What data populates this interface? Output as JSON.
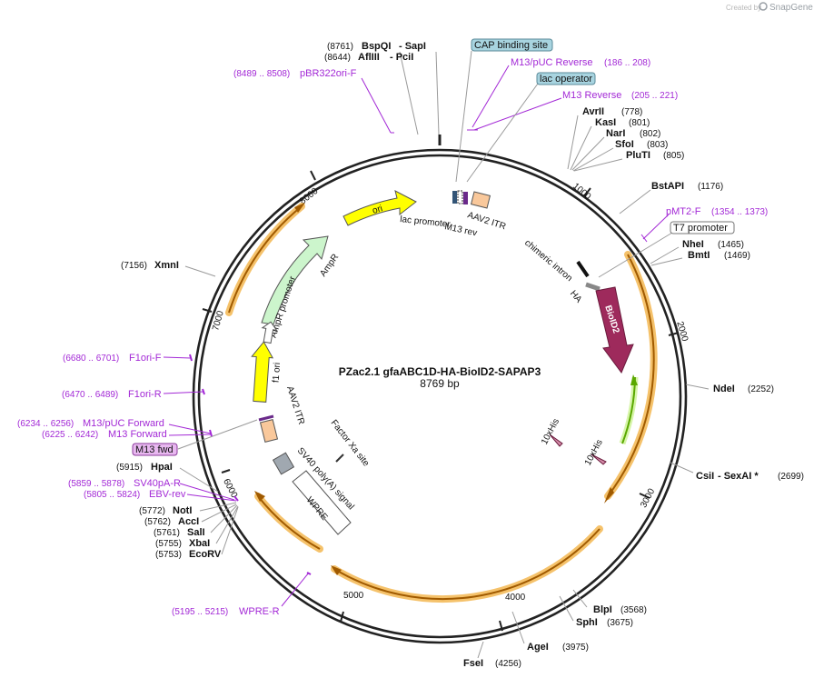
{
  "watermark": {
    "created_by": "Created by",
    "brand": "SnapGene"
  },
  "plasmid": {
    "name": "PZac2.1 gfaABC1D-HA-BioID2-SAPAP3",
    "size": "8769 bp"
  },
  "ticks": [
    "1000",
    "2000",
    "3000",
    "4000",
    "5000",
    "6000",
    "7000",
    "8000"
  ],
  "sites": [
    {
      "name": "BspQI",
      "extra": " - SapI",
      "pos": "(8761)"
    },
    {
      "name": "AflIII",
      "extra": " - PciI",
      "pos": "(8644)"
    },
    {
      "name": "AvrII",
      "extra": "",
      "pos": "(778)"
    },
    {
      "name": "KasI",
      "extra": "",
      "pos": "(801)"
    },
    {
      "name": "NarI",
      "extra": "",
      "pos": "(802)"
    },
    {
      "name": "SfoI",
      "extra": "",
      "pos": "(803)"
    },
    {
      "name": "PluTI",
      "extra": "",
      "pos": "(805)"
    },
    {
      "name": "BstAPI",
      "extra": "",
      "pos": "(1176)"
    },
    {
      "name": "NheI",
      "extra": "",
      "pos": "(1465)"
    },
    {
      "name": "BmtI",
      "extra": "",
      "pos": "(1469)"
    },
    {
      "name": "NdeI",
      "extra": "",
      "pos": "(2252)"
    },
    {
      "name": "CsiI",
      "extra": " - SexAI *",
      "pos": "(2699)"
    },
    {
      "name": "BlpI",
      "extra": "",
      "pos": "(3568)"
    },
    {
      "name": "SphI",
      "extra": "",
      "pos": "(3675)"
    },
    {
      "name": "AgeI",
      "extra": "",
      "pos": "(3975)"
    },
    {
      "name": "FseI",
      "extra": "",
      "pos": "(4256)"
    },
    {
      "name": "XmnI",
      "extra": "",
      "pos": "(7156)"
    },
    {
      "name": "HpaI",
      "extra": "",
      "pos": "(5915)"
    },
    {
      "name": "NotI",
      "extra": "",
      "pos": "(5772)"
    },
    {
      "name": "AccI",
      "extra": "",
      "pos": "(5762)"
    },
    {
      "name": "SalI",
      "extra": "",
      "pos": "(5761)"
    },
    {
      "name": "XbaI",
      "extra": "",
      "pos": "(5755)"
    },
    {
      "name": "EcoRV",
      "extra": "",
      "pos": "(5753)"
    }
  ],
  "primers": [
    {
      "name": "pBR322ori-F",
      "range": "(8489 .. 8508)"
    },
    {
      "name": "M13/pUC Reverse",
      "range": "(186 .. 208)"
    },
    {
      "name": "M13 Reverse",
      "range": "(205 .. 221)"
    },
    {
      "name": "pMT2-F",
      "range": "(1354 .. 1373)"
    },
    {
      "name": "F1ori-F",
      "range": "(6680 .. 6701)"
    },
    {
      "name": "F1ori-R",
      "range": "(6470 .. 6489)"
    },
    {
      "name": "M13/pUC Forward",
      "range": "(6234 .. 6256)"
    },
    {
      "name": "M13 Forward",
      "range": "(6225 .. 6242)"
    },
    {
      "name": "SV40pA-R",
      "range": "(5859 .. 5878)"
    },
    {
      "name": "EBV-rev",
      "range": "(5805 .. 5824)"
    },
    {
      "name": "WPRE-R",
      "range": "(5195 .. 5215)"
    }
  ],
  "boxed_labels": {
    "cap": "CAP binding site",
    "lacop": "lac operator",
    "t7": "T7 promoter",
    "m13fwd": "M13 fwd"
  },
  "features": {
    "ori": "ori",
    "ampr": "AmpR",
    "ampr_promoter": "AmpR promoter",
    "f1ori": "f1 ori",
    "aav2_itr_left": "AAV2 ITR",
    "aav2_itr_top": "AAV2 ITR",
    "lac_promoter": "lac promoter",
    "m13_rev": "M13 rev",
    "chimeric_intron": "chimeric intron",
    "ha": "HA",
    "bioid2": "BioID2",
    "his1": "10xHis",
    "his2": "10xHis",
    "factor_xa": "Factor Xa site",
    "sv40": "SV40 poly(A) signal",
    "wpre": "WPRE"
  },
  "colors": {
    "ori": "#ffff00",
    "ampr": "#ccf5cc",
    "bioid2": "#9e2a5c",
    "itr": "#f9c89b",
    "orf_ring": "#f5c26b",
    "orf_line": "#a05a00",
    "primer": "#a329d6",
    "green_orf": "#5aa800"
  }
}
